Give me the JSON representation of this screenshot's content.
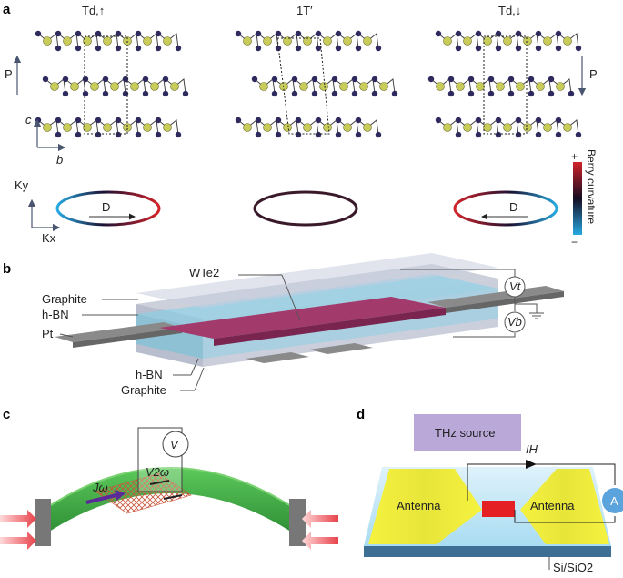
{
  "panels": {
    "a": "a",
    "b": "b",
    "c": "c",
    "d": "d"
  },
  "panel_a": {
    "phases": {
      "left": "Td,↑",
      "middle": "1T′",
      "right": "Td,↓"
    },
    "polarization": "P",
    "axes": {
      "c": "c",
      "b": "b",
      "ky": "Ky",
      "kx": "Kx"
    },
    "dipole": "D",
    "colorbar": {
      "title": "Berry curvature",
      "plus": "+",
      "minus": "−"
    }
  },
  "panel_b": {
    "layers": {
      "wte2": "WTe2",
      "graphite_top": "Graphite",
      "hbn_top": "h-BN",
      "pt": "Pt",
      "hbn_bottom": "h-BN",
      "graphite_bottom": "Graphite"
    },
    "voltages": {
      "vt": "Vt",
      "vb": "Vb"
    }
  },
  "panel_c": {
    "current": "Jω",
    "voltage": "V2ω",
    "meter": "V"
  },
  "panel_d": {
    "source": "THz source",
    "current": "IH",
    "antenna_left": "Antenna",
    "antenna_right": "Antenna",
    "ammeter": "A",
    "substrate": "Si/SiO2"
  },
  "colors": {
    "atom_se": "#c8cc5a",
    "atom_w": "#2e2a5e",
    "berry_pos": "#d2232a",
    "berry_neg": "#27a9e1",
    "graphite": "#9aa3b8",
    "hbn": "#8fd0e6",
    "wte2": "#8a2a5a",
    "pt": "#777777",
    "beam": "#36a53a",
    "antenna": "#f2ef36",
    "thz": "#b9a8d8"
  }
}
